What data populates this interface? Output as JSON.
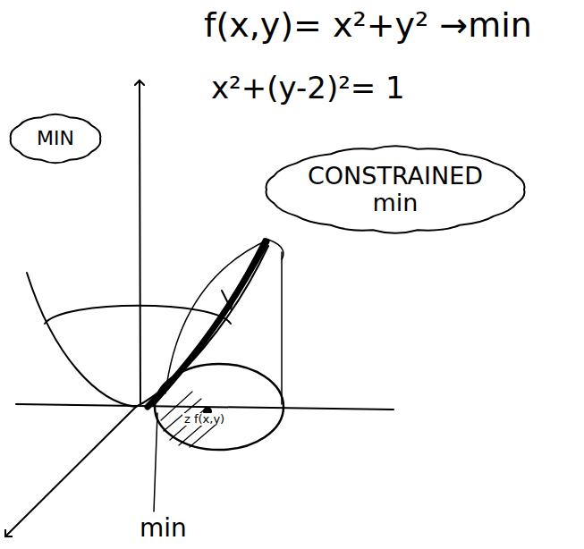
{
  "diagram": {
    "nodes": [
      {
        "text": [
          "MIN"
        ]
      },
      {
        "text": [
          "CONSTRAINED min"
        ]
      }
    ],
    "labels": [
      "f(x,y)= x²+y² →min",
      "x²+(y-2)²= 1",
      "z f(x,y)",
      "min"
    ]
  }
}
